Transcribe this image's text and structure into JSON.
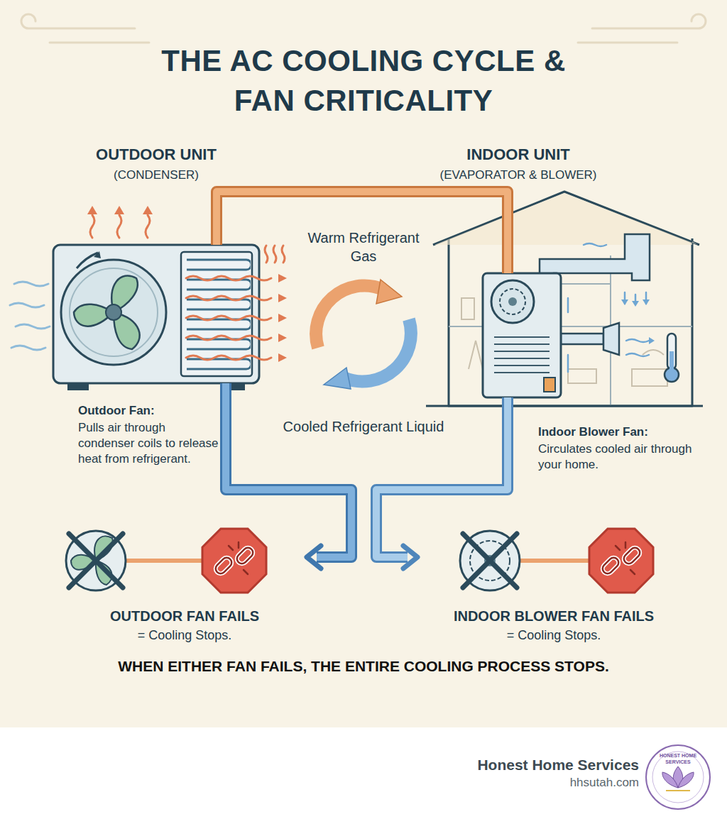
{
  "diagram": {
    "title": "THE AC COOLING CYCLE & FAN CRITICALITY",
    "caption": "WHEN EITHER FAN FAILS, THE ENTIRE COOLING PROCESS STOPS.",
    "nodes": [
      {
        "text": [
          "OUTDOOR UNIT",
          "(CONDENSER)"
        ]
      },
      {
        "text": [
          "INDOOR UNIT",
          "(EVAPORATOR & BLOWER)"
        ]
      },
      {
        "text": [
          "OUTDOOR FAN FAILS",
          "= Cooling Stops."
        ]
      },
      {
        "text": [
          "INDOOR BLOWER FAN FAILS",
          "= Cooling Stops."
        ]
      }
    ],
    "edges": [
      {
        "from": 0,
        "to": 1,
        "arrow": "none"
      },
      {
        "from": 0,
        "to": 2,
        "arrow": "to"
      },
      {
        "from": 1,
        "to": 3,
        "arrow": "to"
      }
    ],
    "labels": [
      "Warm Refrigerant Gas",
      "Cooled Refrigerant Liquid",
      "Outdoor Fan:",
      "Pulls air through condenser coils to release heat from refrigerant.",
      "Indoor Blower Fan:",
      "Circulates cooled air through your home.",
      "Honest Home Services",
      "hhsutah.com",
      "HONEST HOME SERVICES"
    ]
  }
}
